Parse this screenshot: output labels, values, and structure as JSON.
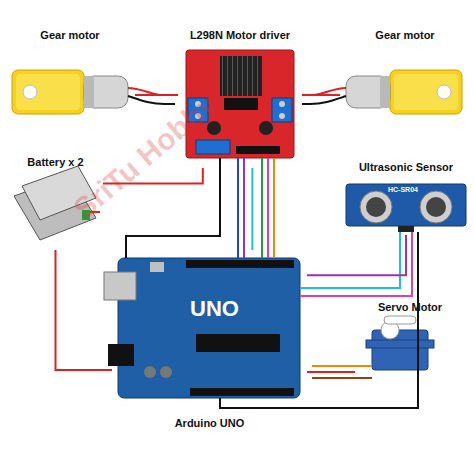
{
  "diagram": {
    "nodes": [
      {
        "text": [
          "Gear motor"
        ]
      },
      {
        "text": [
          "L298N Motor driver"
        ]
      },
      {
        "text": [
          "Gear motor"
        ]
      },
      {
        "text": [
          "Battery x 2"
        ]
      },
      {
        "text": [
          "Ultrasonic Sensor"
        ]
      },
      {
        "text": [
          "Servo Motor"
        ]
      },
      {
        "text": [
          "Arduino UNO"
        ]
      }
    ],
    "edges": [
      {
        "from": 0,
        "to": 1,
        "arrow": "none"
      },
      {
        "from": 2,
        "to": 1,
        "arrow": "none"
      },
      {
        "from": 3,
        "to": 1,
        "arrow": "none"
      },
      {
        "from": 3,
        "to": 6,
        "arrow": "none"
      },
      {
        "from": 1,
        "to": 6,
        "arrow": "none"
      },
      {
        "from": 4,
        "to": 6,
        "arrow": "none"
      },
      {
        "from": 5,
        "to": 6,
        "arrow": "none"
      }
    ],
    "labels": [
      "UNO",
      "HC-SR04",
      "SriTu Hobby"
    ]
  }
}
